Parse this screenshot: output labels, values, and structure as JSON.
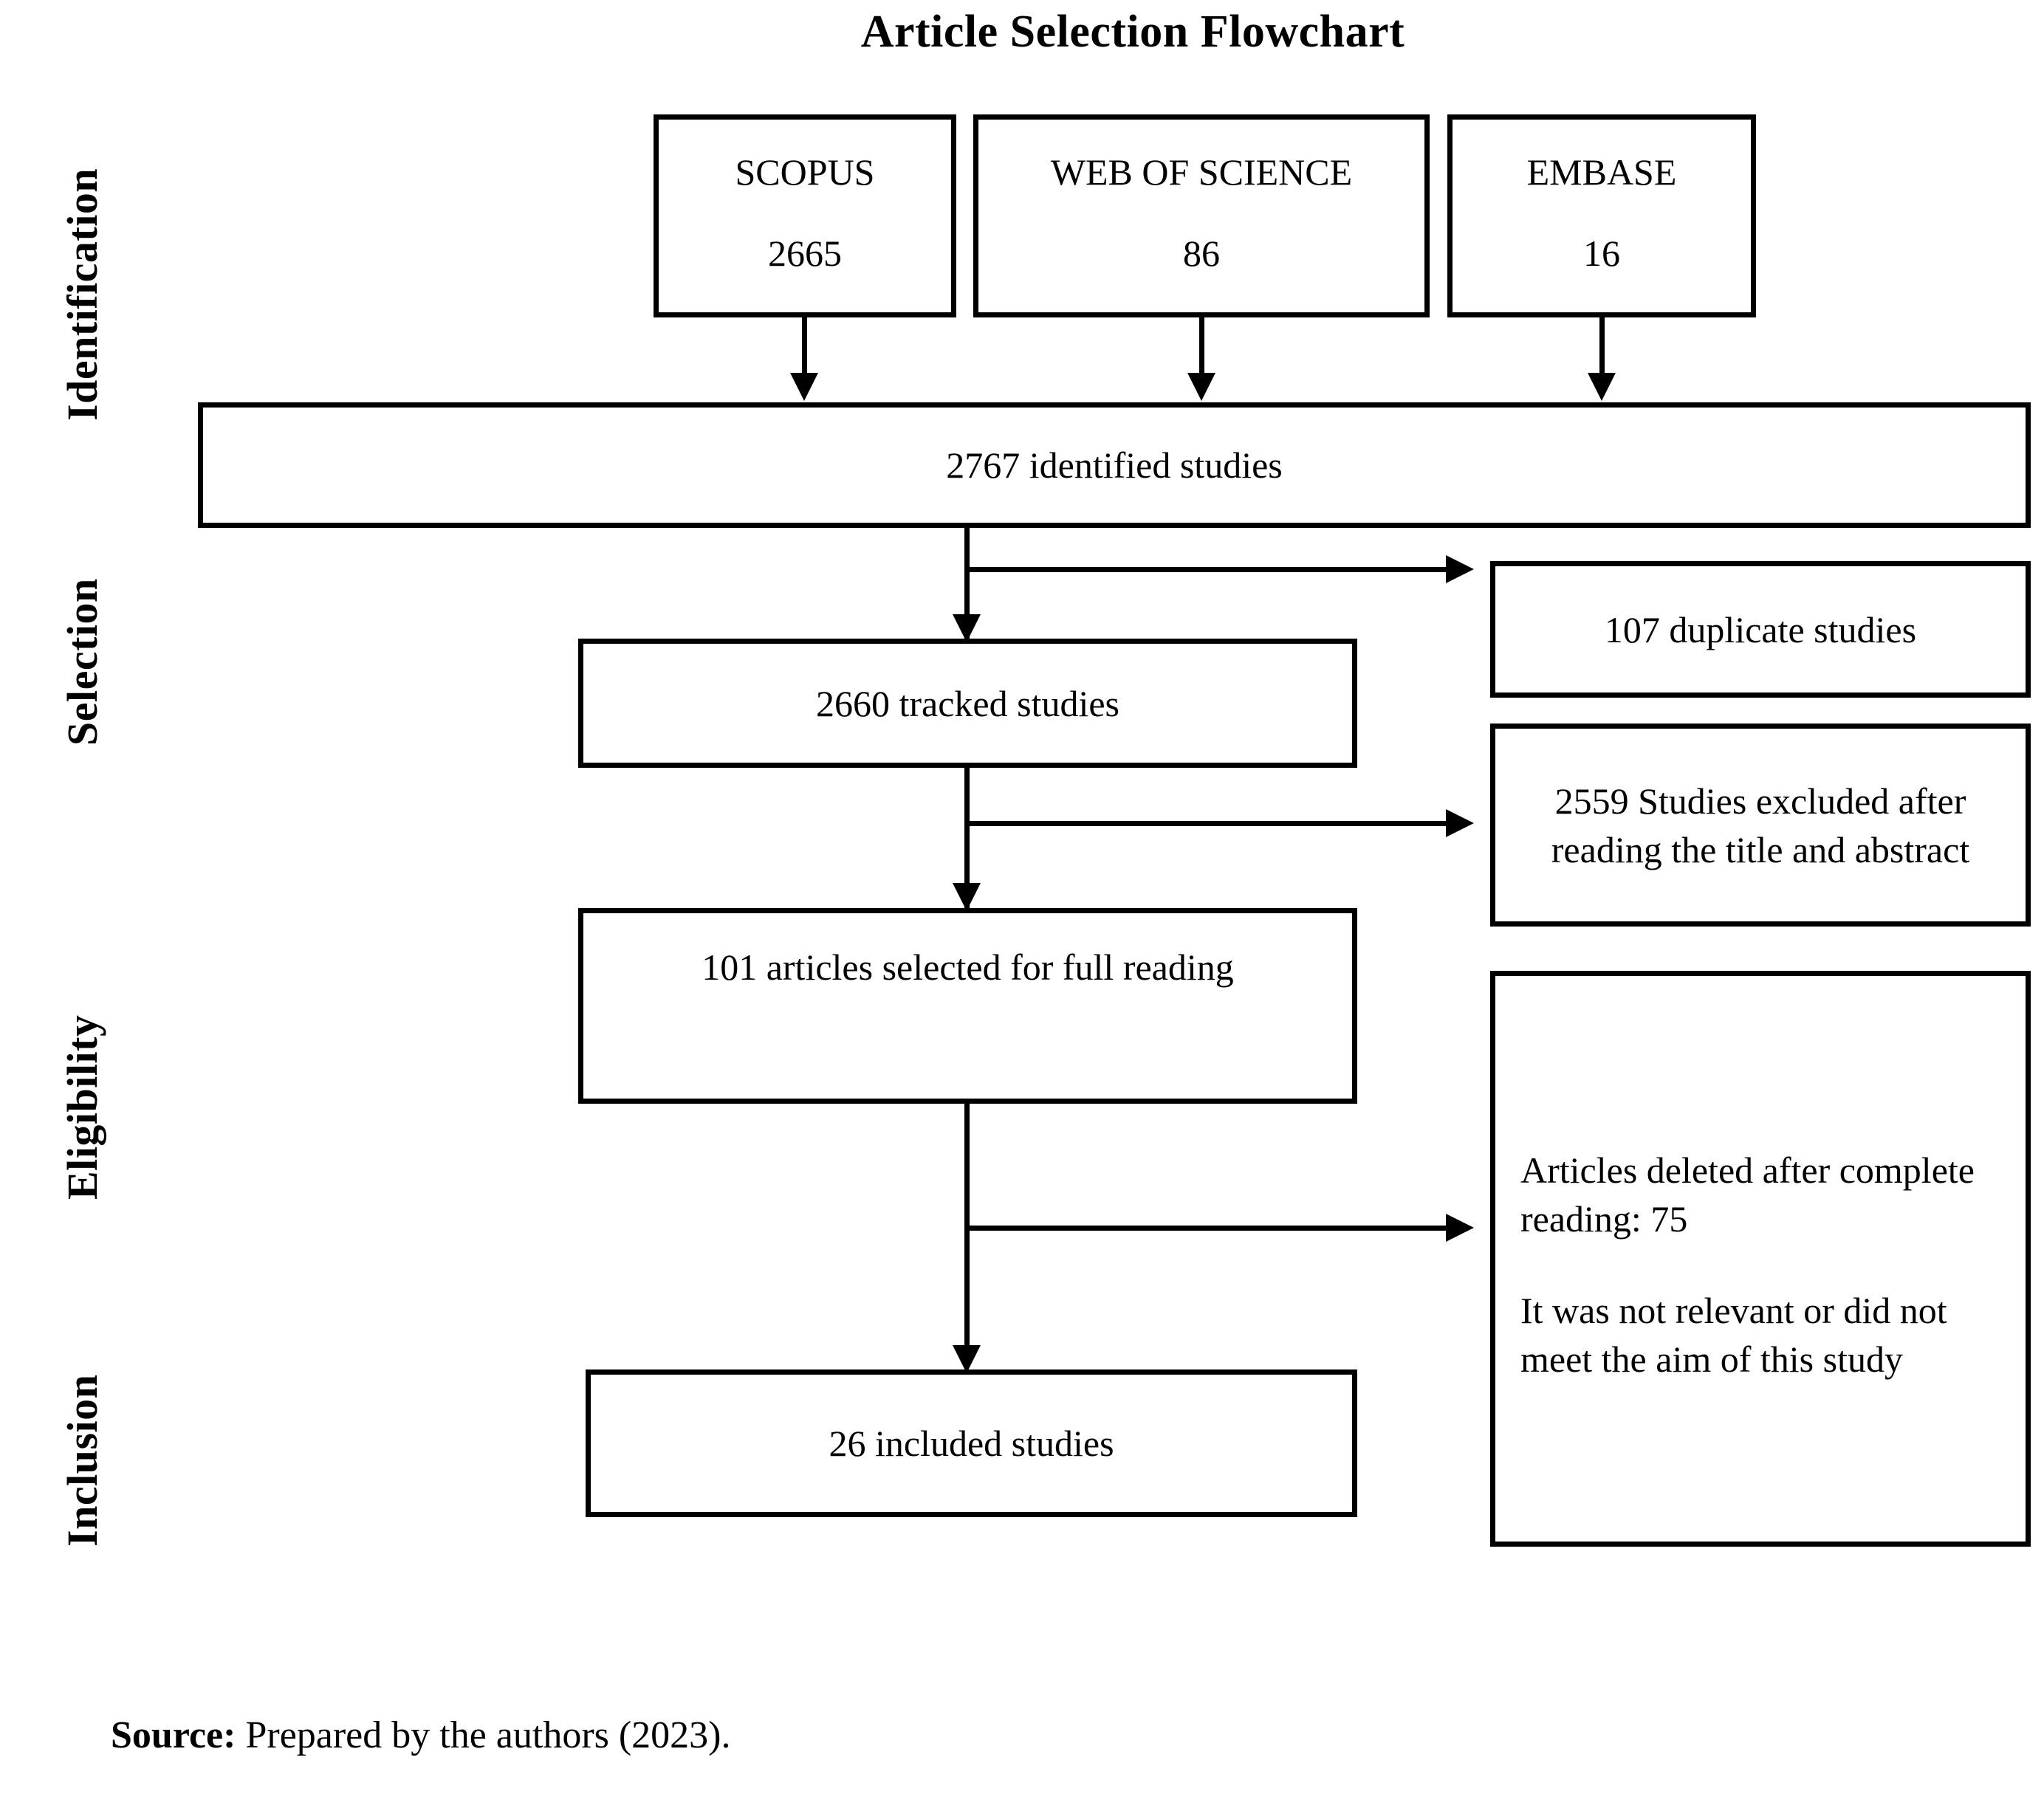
{
  "title": "Article Selection Flowchart",
  "stages": [
    {
      "label": "Identification"
    },
    {
      "label": "Selection"
    },
    {
      "label": "Eligibility"
    },
    {
      "label": "Inclusion"
    }
  ],
  "sources": [
    {
      "name": "SCOPUS",
      "count": "2665"
    },
    {
      "name": "WEB OF SCIENCE",
      "count": "86"
    },
    {
      "name": "EMBASE",
      "count": "16"
    }
  ],
  "flow": {
    "identified": "2767 identified studies",
    "tracked": "2660 tracked studies",
    "full_reading": "101 articles selected for full reading",
    "included": "26 included studies"
  },
  "exclusions": {
    "duplicates": "107 duplicate studies",
    "title_abstract": "2559 Studies excluded after reading the title and abstract",
    "full_text_line1": "Articles deleted after complete reading: 75",
    "full_text_line2": "It was not relevant or did not meet the aim of this study"
  },
  "footer": {
    "source_label": "Source:",
    "source_text": " Prepared by the authors (2023)."
  },
  "colors": {
    "ink": "#000000",
    "paper": "#ffffff"
  }
}
